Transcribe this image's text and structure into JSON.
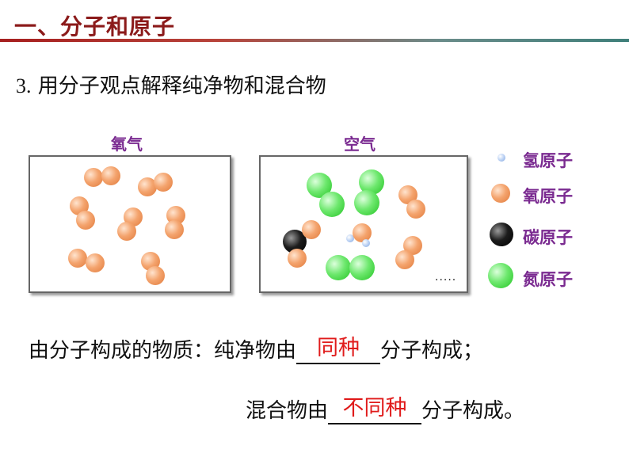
{
  "header": {
    "title": "一、分子和原子"
  },
  "subtitle": {
    "number": "3.",
    "text": "用分子观点解释纯净物和混合物"
  },
  "diagram": {
    "left_label": "氧气",
    "right_label": "空气",
    "right_ellipsis": ".....",
    "legend": [
      "氢原子",
      "氧原子",
      "碳原子",
      "氮原子"
    ]
  },
  "conclusion": {
    "line1_prefix": "由分子构成的物质：纯净物由",
    "line1_answer": "同种",
    "line1_suffix": "分子构成；",
    "line2_prefix": "混合物由",
    "line2_answer": "不同种",
    "line2_suffix": "分子构成。"
  },
  "colors": {
    "title": "#8b1a1a",
    "label": "#7a2a90",
    "answer": "#e01b1b"
  }
}
